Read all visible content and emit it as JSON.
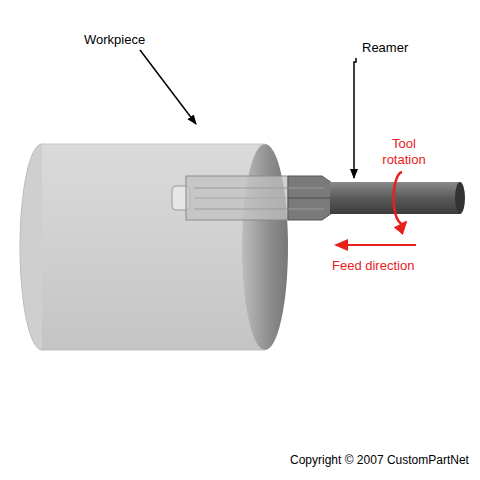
{
  "diagram": {
    "labels": [
      "Workpiece",
      "Reamer",
      "Tool rotation",
      "Feed direction",
      "Copyright © 2007 CustomPartNet"
    ]
  }
}
